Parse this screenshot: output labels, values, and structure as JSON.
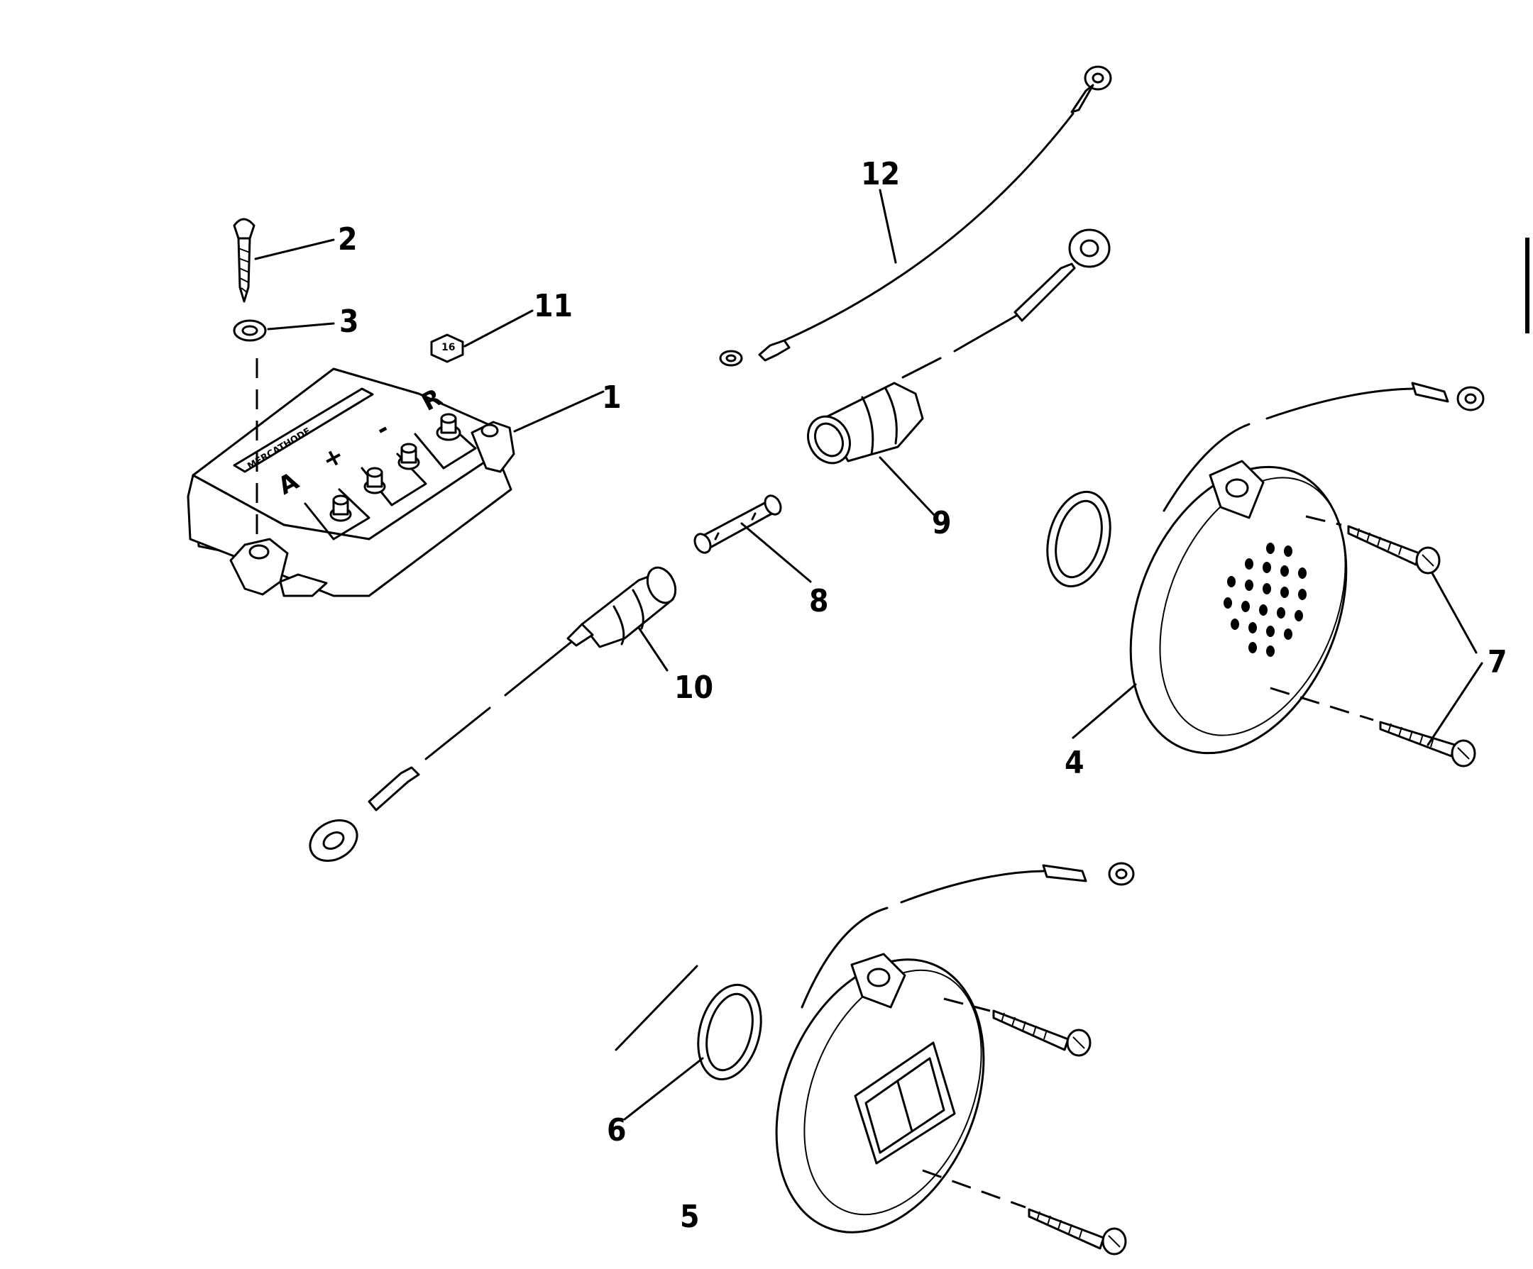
{
  "callouts": {
    "c1": "1",
    "c2": "2",
    "c3": "3",
    "c4": "4",
    "c5": "5",
    "c6": "6",
    "c7": "7",
    "c8": "8",
    "c9": "9",
    "c10": "10",
    "c11": "11",
    "c12": "12"
  },
  "controller_label": "MERCATHODE",
  "terminal_labels": [
    "A",
    "+",
    "-",
    "R"
  ],
  "nut_label": "16"
}
